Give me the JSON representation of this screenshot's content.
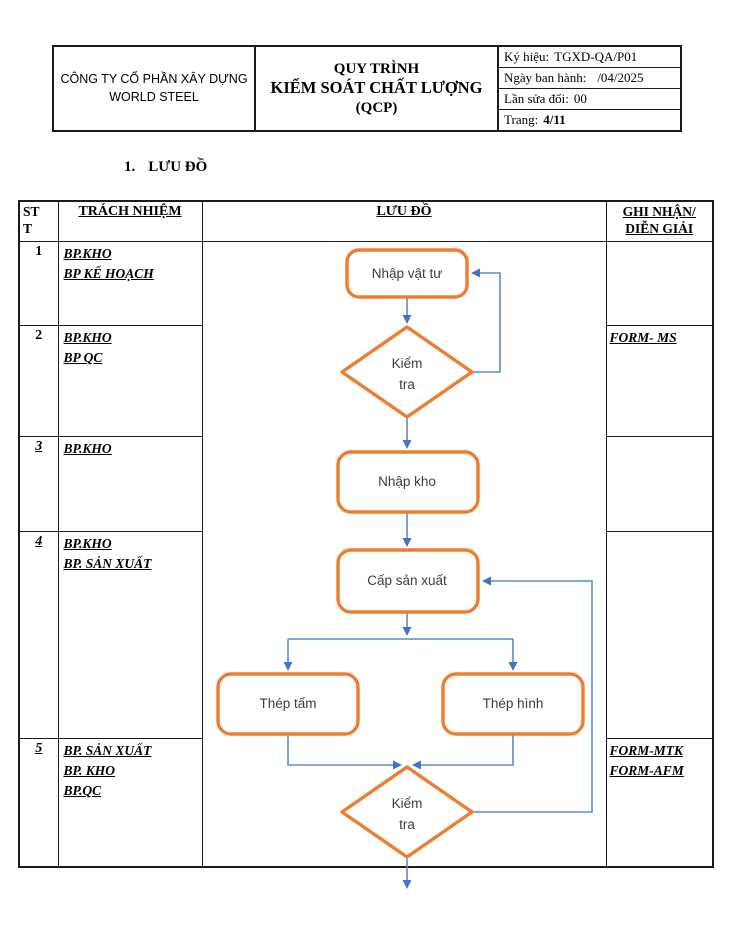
{
  "doc_header": {
    "company_line1": "CÔNG TY CỔ PHẦN XÂY DỰNG",
    "company_line2": "WORLD STEEL",
    "title_line1": "QUY TRÌNH",
    "title_line2": "KIỂM SOÁT CHẤT LƯỢNG",
    "title_line3": "(QCP)",
    "meta": [
      {
        "label": "Ký hiệu:",
        "value": "TGXD-QA/P01"
      },
      {
        "label": "Ngày ban hành:",
        "value": "/04/2025"
      },
      {
        "label": "Lần sửa đổi:",
        "value": "00"
      },
      {
        "label": "Trang:",
        "value": "4/11"
      }
    ]
  },
  "section": {
    "number": "1.",
    "title": "LƯU ĐỒ"
  },
  "table": {
    "header": {
      "col1_line1": "ST",
      "col1_line2": "T",
      "col2": "TRÁCH NHIỆM",
      "col3": "LƯU ĐỒ",
      "col4_line1": "GHI NHẬN/",
      "col4_line2": "DIỄN GIẢI"
    },
    "rows": [
      {
        "no": "1",
        "resp": [
          "BP.KHO",
          "BP KẾ HOẠCH"
        ],
        "notes": []
      },
      {
        "no": "2",
        "resp": [
          "BP.KHO",
          "BP QC"
        ],
        "notes": [
          "FORM- MS"
        ]
      },
      {
        "no": "3",
        "resp": [
          "BP.KHO"
        ],
        "notes": []
      },
      {
        "no": "4",
        "resp": [
          "BP.KHO",
          "BP. SẢN XUẤT"
        ],
        "notes": []
      },
      {
        "no": "5",
        "resp": [
          "BP. SẢN XUẤT",
          "BP. KHO",
          "BP.QC"
        ],
        "notes": [
          "FORM-MTK",
          "FORM-AFM"
        ]
      }
    ]
  },
  "flowchart": {
    "nodes": {
      "receive_material": "Nhập vật tư",
      "check1_line1": "Kiểm",
      "check1_line2": "tra",
      "warehouse_in": "Nhập kho",
      "issue_to_production": "Cấp sản xuất",
      "steel_plate": "Thép tấm",
      "steel_shape": "Thép hình",
      "check2_line1": "Kiểm",
      "check2_line2": "tra"
    },
    "colors": {
      "shape_border": "#ED7D31",
      "connector": "#5B8BCE",
      "arrowhead": "#4472C4",
      "table_border": "#1b1b1b"
    }
  }
}
